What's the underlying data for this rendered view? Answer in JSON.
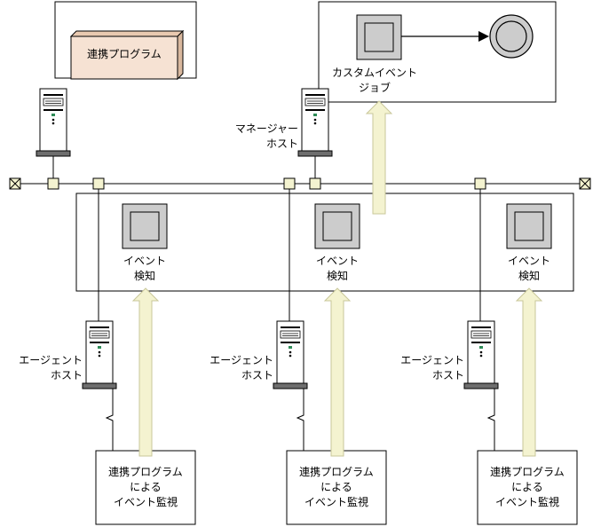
{
  "top_left_box": {
    "program_label": "連携プログラム"
  },
  "top_right_box": {
    "job_line1": "カスタムイベント",
    "job_line2": "ジョブ"
  },
  "manager_host": {
    "line1": "マネージャー",
    "line2": "ホスト"
  },
  "event_detect": [
    {
      "line1": "イベント",
      "line2": "検知"
    },
    {
      "line1": "イベント",
      "line2": "検知"
    },
    {
      "line1": "イベント",
      "line2": "検知"
    }
  ],
  "agents": [
    {
      "host_line1": "エージェント",
      "host_line2": "ホスト",
      "monitor_line1": "連携プログラム",
      "monitor_line2": "による",
      "monitor_line3": "イベント監視"
    },
    {
      "host_line1": "エージェント",
      "host_line2": "ホスト",
      "monitor_line1": "連携プログラム",
      "monitor_line2": "による",
      "monitor_line3": "イベント監視"
    },
    {
      "host_line1": "エージェント",
      "host_line2": "ホスト",
      "monitor_line1": "連携プログラム",
      "monitor_line2": "による",
      "monitor_line3": "イベント監視"
    }
  ],
  "colors": {
    "program_fill": "#f6e2d3",
    "arrow_fill": "#f4f3d0",
    "icon_fill": "#cccccc",
    "connector_fill": "#f4f3d0"
  }
}
